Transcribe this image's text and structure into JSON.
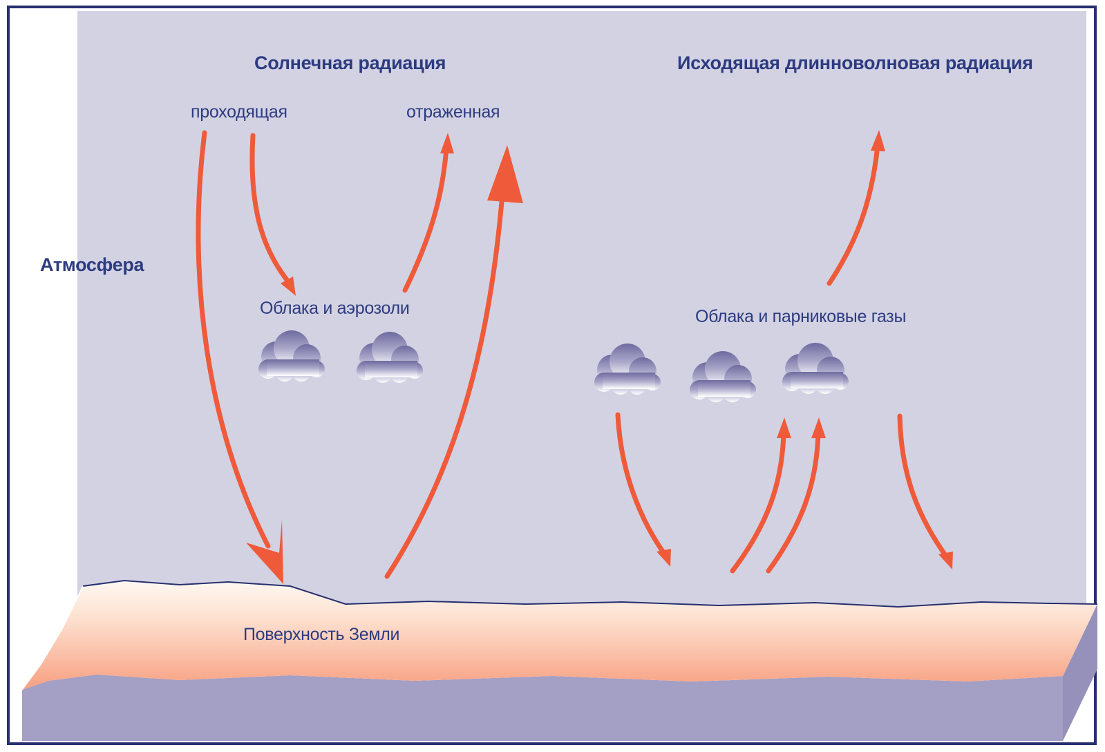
{
  "headings": {
    "solar": "Солнечная радиация",
    "outgoing": "Исходящая длинноволновая радиация"
  },
  "labels": {
    "transmitted": "проходящая",
    "reflected": "отраженная",
    "atmosphere": "Атмосфера",
    "clouds_aerosols": "Облака и аэрозоли",
    "clouds_ghg": "Облака и парниковые газы",
    "surface": "Поверхность Земли"
  },
  "colors": {
    "arrow": "#ee5a3a",
    "atmosphere": "#d3d2e3",
    "ground_side": "#a49fc4",
    "surface_top": "#f9a88b",
    "text": "#2d3b80",
    "border": "#27306e"
  },
  "icons": [
    "cloud-icon",
    "cloud-icon",
    "cloud-icon",
    "cloud-icon",
    "cloud-icon"
  ]
}
